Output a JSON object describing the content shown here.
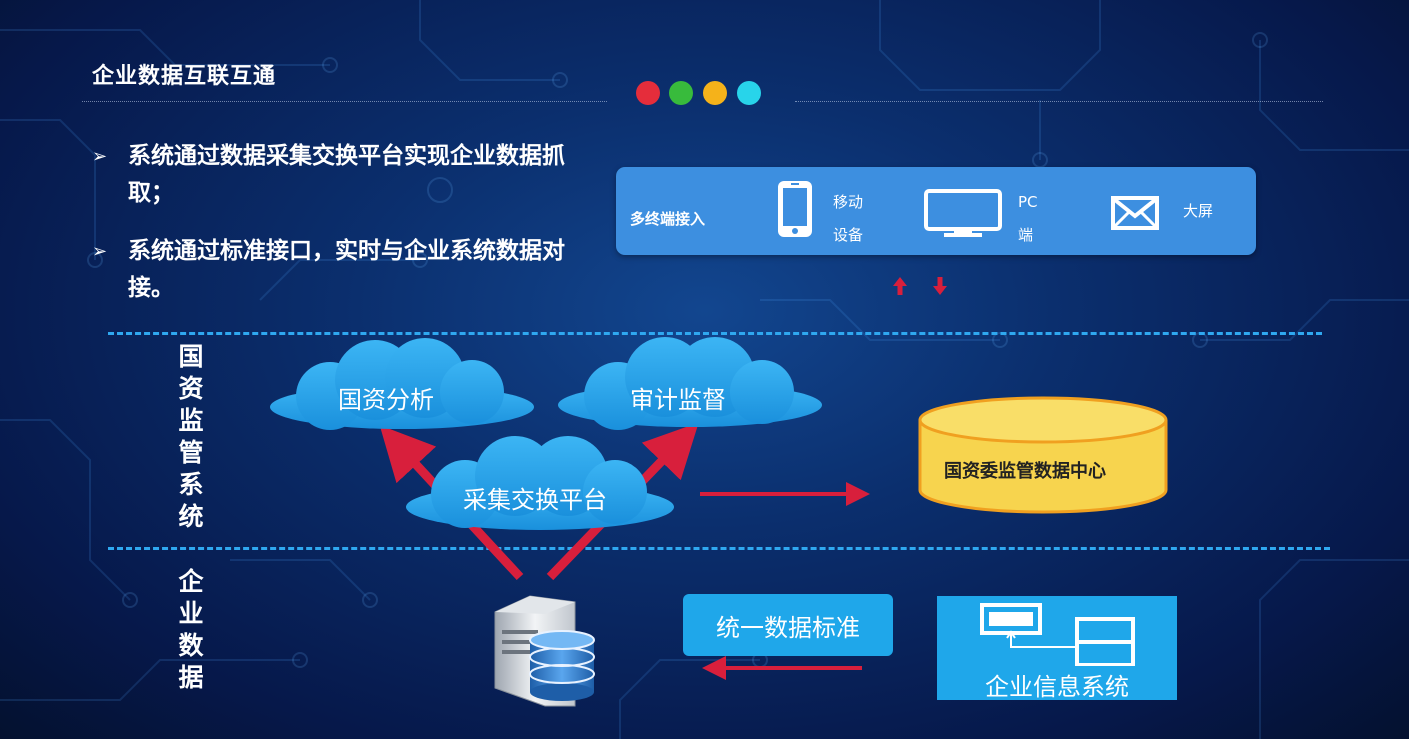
{
  "title": "企业数据互联互通",
  "indicator_dots": [
    "#e52d3b",
    "#38bb3c",
    "#f5b21a",
    "#28d4ea"
  ],
  "bullets": [
    {
      "arrow": "➢",
      "text": "系统通过数据采集交换平台实现企业数据抓取；"
    },
    {
      "arrow": "➢",
      "text": "系统通过标准接口，实时与企业系统数据对接。"
    }
  ],
  "terminal": {
    "title": "多终端接入",
    "items": [
      {
        "icon": "smartphone-icon",
        "label": "移动设备"
      },
      {
        "icon": "monitor-icon",
        "label": "PC端"
      },
      {
        "icon": "envelope-icon",
        "label": "大屏"
      }
    ]
  },
  "sections": [
    {
      "name": "国资监管系统",
      "chars": [
        "国",
        "资",
        "监",
        "管",
        "系",
        "统"
      ]
    },
    {
      "name": "企业数据",
      "chars": [
        "企",
        "业",
        "数",
        "据"
      ]
    }
  ],
  "clouds": {
    "analysis": "国资分析",
    "audit": "审计监督",
    "exchange": "采集交换平台"
  },
  "data_center": "国资委监管数据中心",
  "standard": "统一数据标准",
  "enterprise_system": "企业信息系统",
  "colors": {
    "arrow_red": "#d81f3c",
    "cloud_blue": "#2aa6ec",
    "box_blue": "#1fa7ea",
    "terminal_blue": "#3d8fe0",
    "cylinder_yellow": "#f7d44e",
    "cylinder_rim": "#f0a020",
    "divider_blue": "#2fa8f0"
  }
}
